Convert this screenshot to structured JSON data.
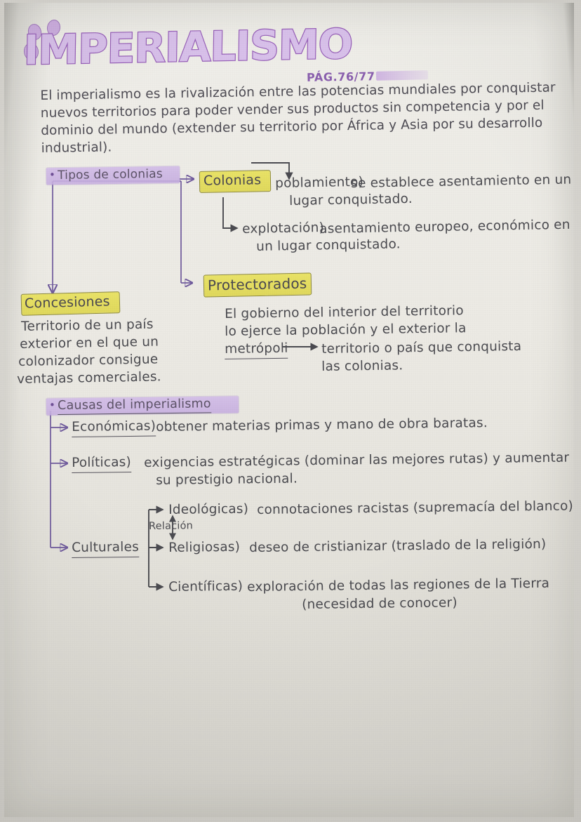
{
  "document": {
    "title": "IMPERIALISMO",
    "page_reference": "PÁG.76/77",
    "intro": "El imperialismo es la rivalización entre las potencias mundiales por conquistar nuevos territorios para poder vender sus productos sin competencia y por el dominio del mundo (extender su territorio por África y Asia por su desarrollo industrial).",
    "colors": {
      "title_outline": "#9760b8",
      "title_fill": "#d8c0ea",
      "purple_highlight": "#d3bee8",
      "yellow_highlight": "#e9e25c",
      "ink": "#4b4b50",
      "violet_ink": "#7a5ea8",
      "paper": "#eceae4"
    }
  },
  "section_colonias": {
    "heading": "Tipos de colonias",
    "heading_bullet": "•",
    "nodes": [
      {
        "label": "Colonias",
        "items": [
          {
            "term": "poblamiento)",
            "text_line1": "se establece asentamiento en un",
            "text_line2": "lugar conquistado."
          },
          {
            "term": "explotación)",
            "text_line1": "asentamiento europeo, económico en",
            "text_line2": "un lugar conquistado."
          }
        ]
      },
      {
        "label": "Protectorados",
        "body_line1": "El gobierno del interior del territorio",
        "body_line2": "lo ejerce la población y el exterior la",
        "body_line3": "metrópoli",
        "arrow": "⟶",
        "definition_line1": "territorio o país que conquista",
        "definition_line2": "las colonias."
      },
      {
        "label": "Concesiones",
        "body_line1": "Territorio de un país",
        "body_line2": "exterior en el que un",
        "body_line3": "colonizador consigue",
        "body_line4": "ventajas comerciales."
      }
    ]
  },
  "section_causas": {
    "heading": "Causas del imperialismo",
    "heading_bullet": "•",
    "causes": [
      {
        "term": "Económicas)",
        "text_line1": "obtener materias primas y mano de obra baratas.",
        "text_line2": ""
      },
      {
        "term": "Políticas)",
        "text_line1": "exigencias estratégicas (dominar las mejores rutas) y aumentar",
        "text_line2": "su prestigio nacional."
      },
      {
        "term": "Culturales",
        "text_line1": "",
        "text_line2": ""
      }
    ],
    "culturales_relation_label": "Relación",
    "culturales_relation_arrow": "↕",
    "culturales_items": [
      {
        "term": "Ideológicas)",
        "text_line1": "connotaciones racistas (supremacía del blanco)",
        "text_line2": ""
      },
      {
        "term": "Religiosas)",
        "text_line1": "deseo de cristianizar (traslado de la religión)",
        "text_line2": ""
      },
      {
        "term": "Científicas)",
        "text_line1": "exploración de todas las regiones de la Tierra",
        "text_line2": "(necesidad de conocer)"
      }
    ]
  }
}
